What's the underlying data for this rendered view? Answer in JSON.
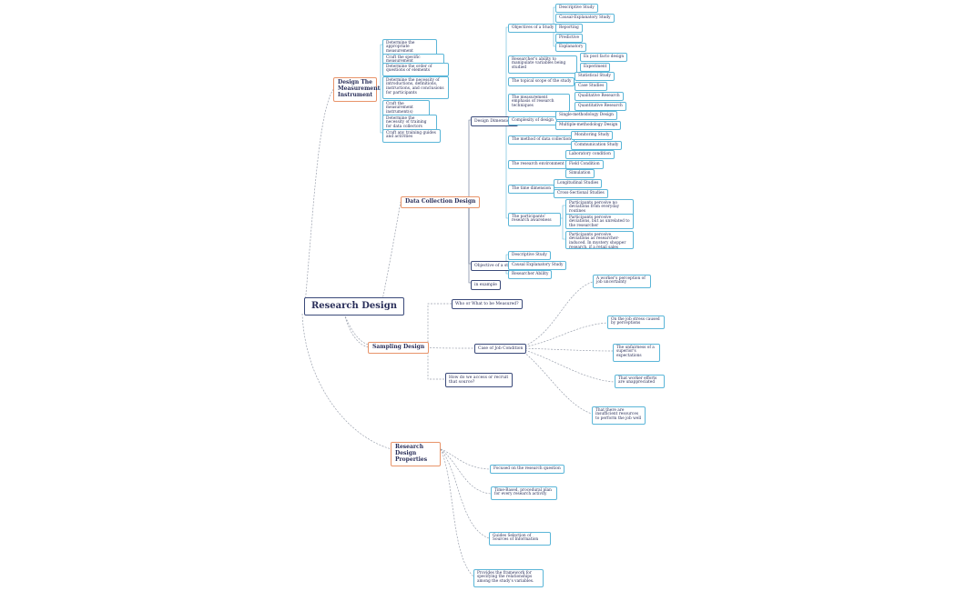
{
  "root": {
    "label": "Research Design"
  },
  "design_instrument": {
    "label": "Design The Measurement Instrument",
    "items": [
      "Determine the appropriate measurement",
      "Craft the specific measurement",
      "Determine the order of questions or elements",
      "Determine the necessity of introductions, definitions, instructions, and conclusions for participants",
      "Craft the measurement instrument(s)",
      "Determine the necessity of training for data collectors",
      "Craft any training guides and activities"
    ]
  },
  "data_collection": {
    "label": "Data Collection Design",
    "design_dimensions": {
      "label": "Design Dimensions",
      "groups": [
        {
          "label": "Objectives of a Study",
          "items": [
            "Descriptive Study",
            "Causal-Explanatory Study",
            "Reporting",
            "Predictive",
            "Explanatory"
          ]
        },
        {
          "label": "Researcher's ability to manipulate variables being studied",
          "items": [
            "Ex post facto design",
            "Experiment"
          ]
        },
        {
          "label": "The topical scope of the study",
          "items": [
            "Statistical Study",
            "Case Studies"
          ]
        },
        {
          "label": "The measurement emphasis of research techniques",
          "items": [
            "Qualitative Research",
            "Quantitative Research"
          ]
        },
        {
          "label": "Complexity of design",
          "items": [
            "Single-methodology Design",
            "Multiple-methodology Design"
          ]
        },
        {
          "label": "The method of data collection",
          "items": [
            "Monitoring Study",
            "Communication Study"
          ]
        },
        {
          "label": "The research environment",
          "items": [
            "Laboratory condition",
            "Field Condition",
            "Simulation"
          ]
        },
        {
          "label": "The time dimension",
          "items": [
            "Longitudinal Studies",
            "Cross-Sectional Studies"
          ]
        },
        {
          "label": "The participants' research awareness",
          "items": [
            "Participants perceive no deviations from everyday routines",
            "Participants perceive deviations, but as unrelated to the researcher",
            "Participants perceive deviations as researcher-induced. In mystery shopper research, if a retail sales associate knows"
          ]
        }
      ]
    },
    "objective_of_study": {
      "label": "Objective of a study",
      "items": [
        "Descriptive Study",
        "Causal Explanatory Study",
        "Researcher Ability"
      ]
    },
    "in_example": {
      "label": "in example"
    }
  },
  "sampling": {
    "label": "Sampling Design",
    "who": "Who or What to be Measured?",
    "how": "How do we access or recruit that source?",
    "case": {
      "label": "Case of Job Condition",
      "items": [
        "A worker's perception of job uncertainty",
        "On the job stress caused by perceptions",
        "The unfairness of a superior's expectations",
        "That worker efforts are unappreciated",
        "That there are insufficient resources to perform the job well"
      ]
    }
  },
  "properties": {
    "label": "Research Design Properties",
    "items": [
      "Focused on the research question",
      "Time-Based, procedural plan for every research activity",
      "Guides Selection of Sources of Information",
      "Provides the framework for specifying the relationships among the study's variables."
    ]
  }
}
